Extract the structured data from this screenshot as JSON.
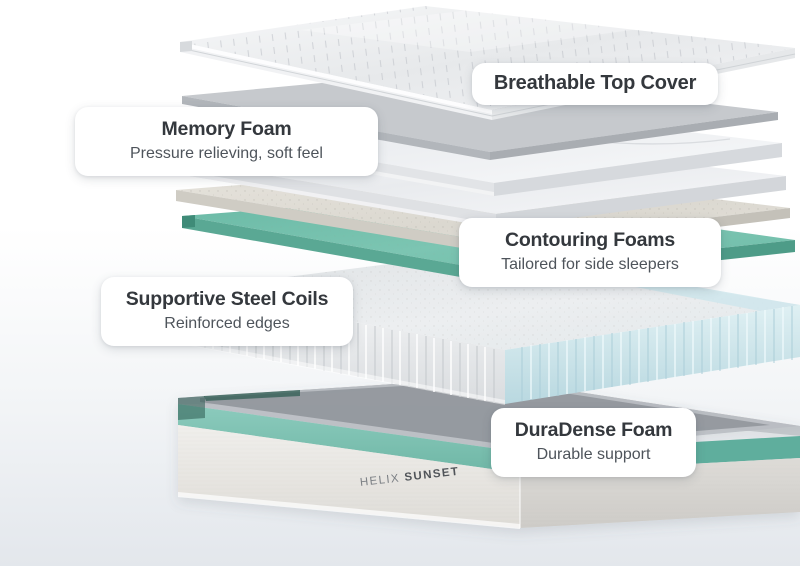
{
  "scene": {
    "product_brand": "HELIX",
    "product_model": "SUNSET",
    "background_top_color": "#ffffff",
    "background_bottom_color": "#e3e7ec"
  },
  "labels": [
    {
      "id": "breathable-top-cover",
      "title": "Breathable Top Cover",
      "subtitle": ""
    },
    {
      "id": "memory-foam",
      "title": "Memory Foam",
      "subtitle": "Pressure relieving, soft feel"
    },
    {
      "id": "contouring-foams",
      "title": "Contouring Foams",
      "subtitle": "Tailored for side sleepers"
    },
    {
      "id": "supportive-steel-coils",
      "title": "Supportive Steel Coils",
      "subtitle": "Reinforced edges"
    },
    {
      "id": "duradense-foam",
      "title": "DuraDense Foam",
      "subtitle": "Durable support"
    }
  ],
  "layers": {
    "quilted_cover_color": "#eceef0",
    "marble_foam_color": "#f4f5f7",
    "cream_foam_color": "#dedbd4",
    "teal_foam_color": "#74bfac",
    "teal_foam_dark_color": "#5aa894",
    "coil_white_color": "#e9eaec",
    "coil_blue_color": "#c6e2e8",
    "base_band_color": "#7cc0b2",
    "base_fabric_color": "#eceae6"
  }
}
